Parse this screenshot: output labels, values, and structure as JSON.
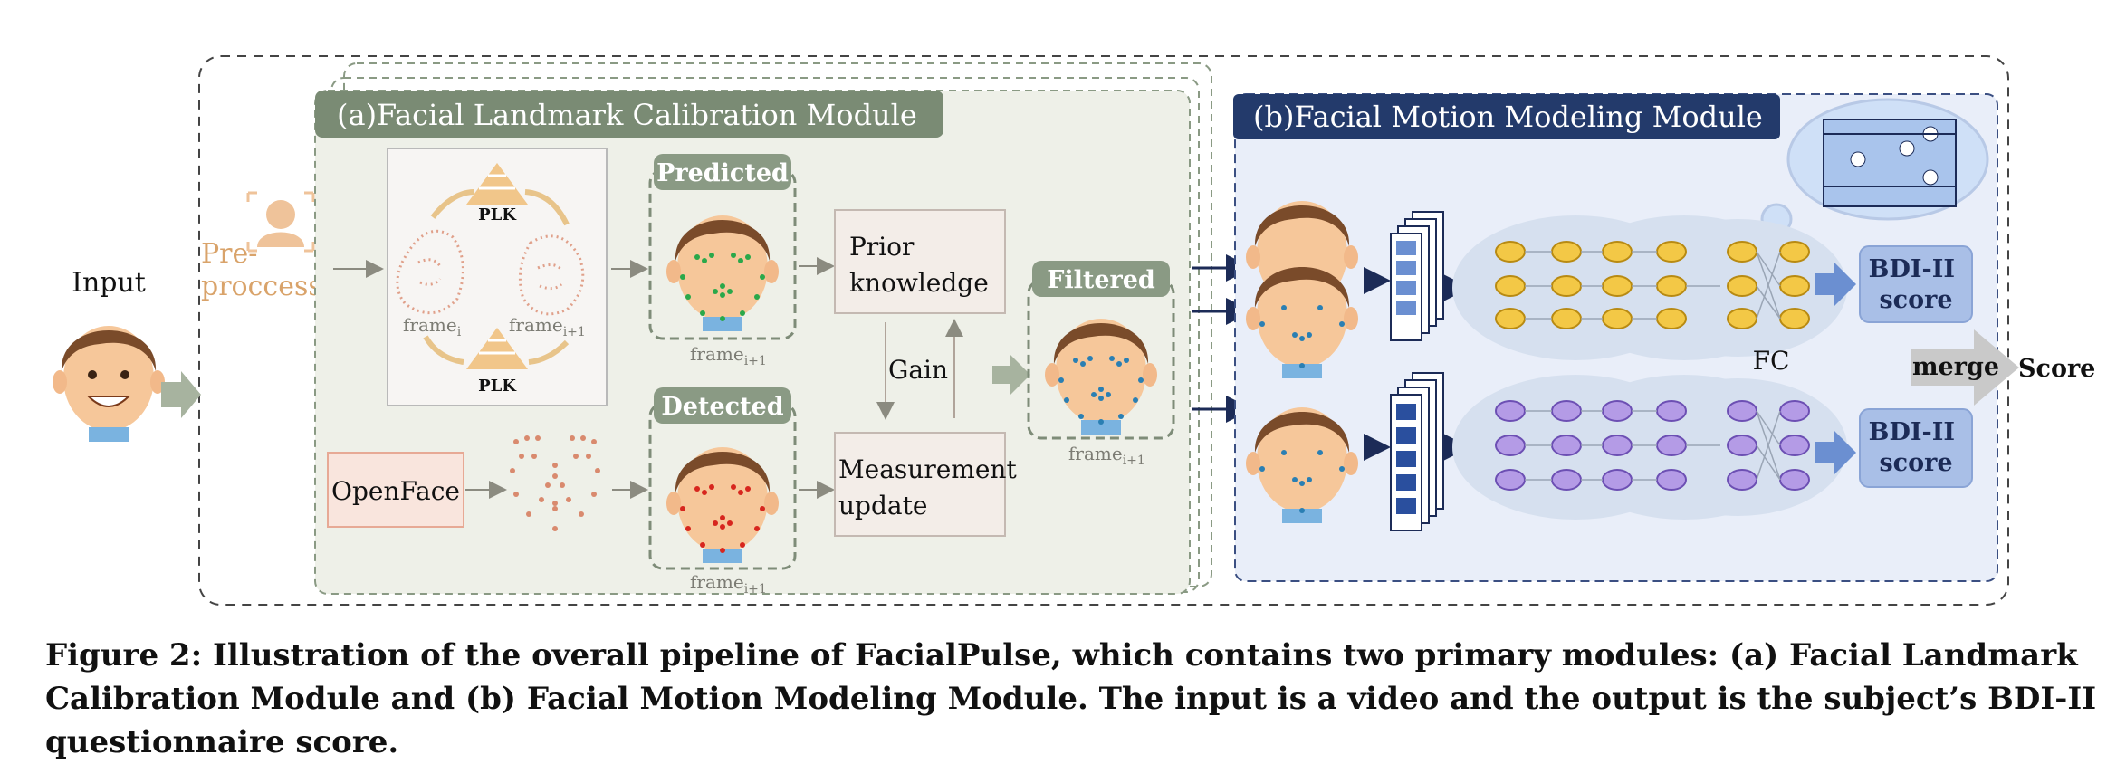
{
  "input": {
    "label": "Input"
  },
  "preprocess": {
    "label_line1": "Pre-",
    "label_line2": "proccess"
  },
  "module_a": {
    "title": "(a)Facial Landmark Calibration Module",
    "plk_top": "PLK",
    "plk_bottom": "PLK",
    "frame_i": "frame",
    "frame_i_sub": "i",
    "frame_i1": "frame",
    "frame_i1_sub": "i+1",
    "predicted_label": "Predicted",
    "predicted_frame": "frame",
    "predicted_frame_sub": "i+1",
    "detected_label": "Detected",
    "detected_frame": "frame",
    "detected_frame_sub": "i+1",
    "openface": "OpenFace",
    "prior_line1": "Prior",
    "prior_line2": "knowledge",
    "gain": "Gain",
    "measure_line1": "Measurement",
    "measure_line2": "update",
    "filtered_label": "Filtered",
    "filtered_frame": "frame",
    "filtered_frame_sub": "i+1"
  },
  "module_b": {
    "title": "(b)Facial Motion Modeling Module",
    "fc": "FC",
    "bdi_top_line1": "BDI-II",
    "bdi_top_line2": "score",
    "bdi_bottom_line1": "BDI-II",
    "bdi_bottom_line2": "score",
    "merge": "merge",
    "score": "Score"
  },
  "caption": "Figure 2: Illustration of the overall pipeline of FacialPulse, which contains two primary modules: (a) Facial Landmark Calibration Module and (b) Facial Motion Modeling Module. The input is a video and the output is the subject’s BDI-II questionnaire score.",
  "colors": {
    "module_a_bg": "#eef0e8",
    "module_a_header": "#7a8b74",
    "module_b_bg": "#e9eef9",
    "module_b_header": "#233a6b",
    "accent_orange": "#d9a36a",
    "bdi_box": "#a9bfe7",
    "landmark_green": "#2aa84a",
    "landmark_red": "#d7261e",
    "landmark_blue": "#2a7fb3"
  }
}
